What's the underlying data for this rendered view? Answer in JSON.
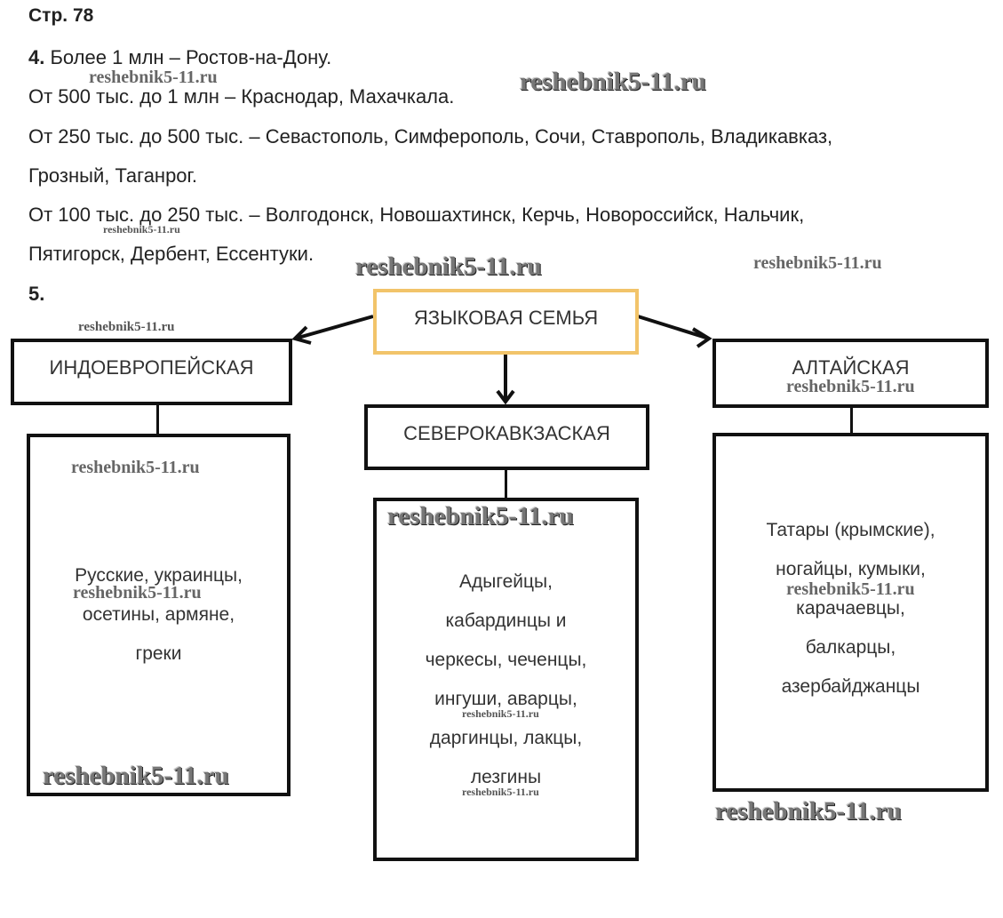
{
  "page_label": "Стр. 78",
  "task4": {
    "number": "4.",
    "lines": [
      "Более 1 млн – Ростов-на-Дону.",
      "От 500 тыс. до 1 млн – Краснодар, Махачкала.",
      "От 250 тыс. до 500 тыс. – Севастополь, Симферополь, Сочи, Ставрополь, Владикавказ,",
      "Грозный, Таганрог.",
      "От 100 тыс. до 250 тыс. – Волгодонск, Новошахтинск, Керчь, Новороссийск, Нальчик,",
      "Пятигорск, Дербент, Ессентуки."
    ]
  },
  "task5": {
    "number": "5.",
    "root": "ЯЗЫКОВАЯ СЕМЬЯ",
    "branches": [
      {
        "title": "ИНДОЕВРОПЕЙСКАЯ",
        "peoples": [
          "Русские, украинцы,",
          "осетины, армяне,",
          "греки"
        ]
      },
      {
        "title": "СЕВЕРОКАВКЗАСКАЯ",
        "peoples": [
          "Адыгейцы,",
          "кабардинцы и",
          "черкесы, чеченцы,",
          "ингуши, аварцы,",
          "даргинцы, лакцы,",
          "лезгины"
        ]
      },
      {
        "title": "АЛТАЙСКАЯ",
        "peoples": [
          "Татары (крымские),",
          "ногайцы, кумыки,",
          "карачаевцы,",
          "балкарцы,",
          "азербайджанцы"
        ]
      }
    ]
  },
  "watermark": "reshebnik5-11.ru",
  "colors": {
    "root_border": "#f2c46a",
    "box_border": "#111111"
  }
}
